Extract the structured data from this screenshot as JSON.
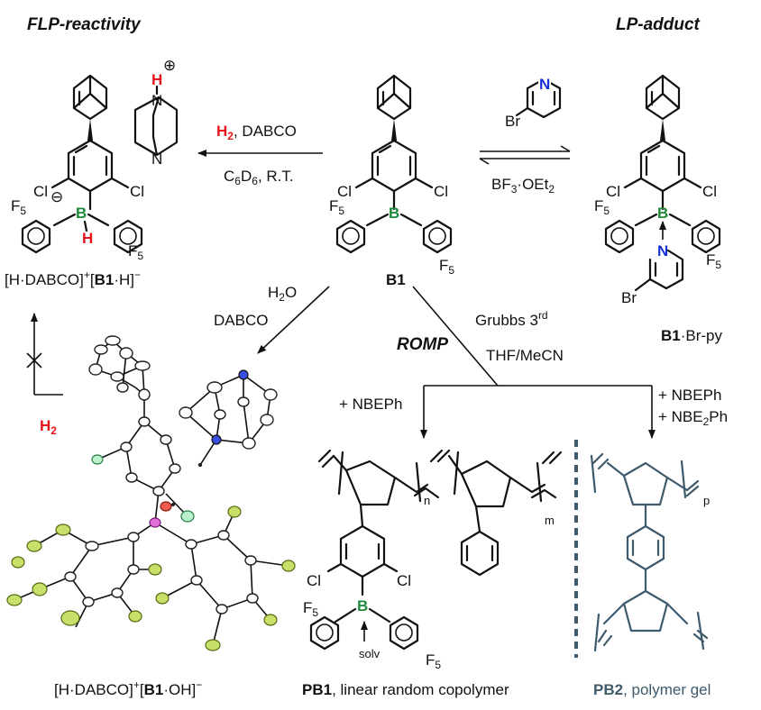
{
  "titles": {
    "flp": "FLP-reactivity",
    "lp": "LP-adduct"
  },
  "reagents": {
    "h2": "H",
    "h2_sub": "2",
    "dabco_tail": ", DABCO",
    "c6d6_a": "C",
    "c6d6_b": "6",
    "c6d6_c": "D",
    "c6d6_d": "6",
    "c6d6_e": ", R.T.",
    "bf3": "BF",
    "bf3_sub": "3",
    "bf3_dot": "·OEt",
    "bf3_sub2": "2",
    "br": "Br",
    "h2o_a": "H",
    "h2o_sub": "2",
    "h2o_b": "O",
    "dabco": "DABCO",
    "grubbs": "Grubbs 3",
    "grubbs_sup": "rd",
    "solvent": "THF/MeCN",
    "romp": "ROMP",
    "nbeph_1": "+ NBEPh",
    "nbeph_2": "+ NBEPh",
    "nbe2ph_a": "+ NBE",
    "nbe2ph_sub": "2",
    "nbe2ph_b": "Ph",
    "blocked_h2": "H",
    "blocked_h2_sub": "2"
  },
  "atoms": {
    "cl": "Cl",
    "b": "B",
    "f5": "F",
    "f5_sub": "5",
    "h": "H",
    "n": "N",
    "plus": "⊕",
    "minus": "⊖",
    "solv": "solv"
  },
  "labels": {
    "b1": "B1",
    "b1py_a": "B1",
    "b1py_b": "·Br-py",
    "flp_prod_a": "[H·DABCO]",
    "flp_prod_b": "+",
    "flp_prod_c": "[",
    "flp_prod_d": "B1",
    "flp_prod_e": "·H]",
    "flp_prod_f": "−",
    "oh_prod_a": "[H·DABCO]",
    "oh_prod_b": "+",
    "oh_prod_c": "[",
    "oh_prod_d": "B1",
    "oh_prod_e": "·OH]",
    "oh_prod_f": "−",
    "pb1_a": "PB1",
    "pb1_b": ", linear random copolymer",
    "pb2_a": "PB2",
    "pb2_b": ", polymer gel",
    "n": "n",
    "m": "m",
    "p": "p"
  },
  "colors": {
    "boron": "#1f8a3b",
    "hydrogen_red": "#e8141b",
    "nitrogen": "#1530d6",
    "pb2_grey": "#3e5a6b",
    "fluorine_ellipsoid": "#c7e06a"
  }
}
